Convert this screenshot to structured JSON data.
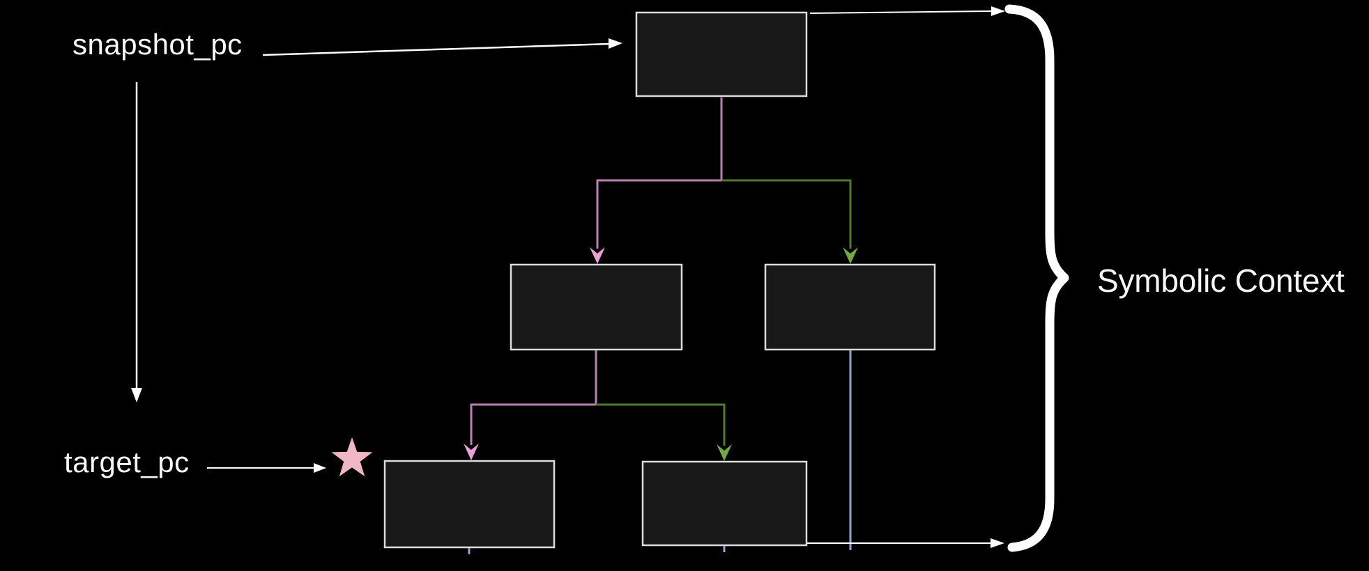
{
  "diagram": {
    "kind": "symbolic-execution-tree",
    "labels": {
      "snapshot_pc": "snapshot_pc",
      "target_pc": "target_pc",
      "symbolic_context": "Symbolic Context"
    },
    "colors": {
      "background": "#000000",
      "node_fill": "#181818",
      "node_border": "#dcdcdc",
      "branch_true": "#bb7fb2",
      "branch_true_head": "#e9a0d8",
      "branch_false": "#4e7a2a",
      "branch_false_head": "#71aa41",
      "pending_edge": "#93a5d2",
      "annotation": "#ffffff",
      "star": "#f1b6c4",
      "text": "#f7f7f7"
    },
    "icons": {
      "target_marker": "star-icon",
      "context_grouping": "curly-brace"
    },
    "nodes": [
      {
        "id": "root",
        "row": 0,
        "label": ""
      },
      {
        "id": "child-left",
        "row": 1,
        "label": ""
      },
      {
        "id": "child-right",
        "row": 1,
        "label": ""
      },
      {
        "id": "grandchild-left",
        "row": 2,
        "label": ""
      },
      {
        "id": "grandchild-right",
        "row": 2,
        "label": ""
      }
    ],
    "edges": [
      {
        "from": "root",
        "to": "child-left",
        "branch": "true"
      },
      {
        "from": "root",
        "to": "child-right",
        "branch": "false"
      },
      {
        "from": "child-left",
        "to": "grandchild-left",
        "branch": "true"
      },
      {
        "from": "child-left",
        "to": "grandchild-right",
        "branch": "false"
      },
      {
        "from": "child-right",
        "to": "offscreen",
        "branch": "pending"
      },
      {
        "from": "grandchild-left",
        "to": "offscreen",
        "branch": "pending"
      },
      {
        "from": "grandchild-right",
        "to": "offscreen",
        "branch": "pending"
      }
    ],
    "annotations": [
      {
        "id": "snapshot-arrow",
        "from": "snapshot_pc label",
        "to": "root node"
      },
      {
        "id": "timeline-arrow",
        "from": "snapshot_pc label",
        "to": "target_pc label"
      },
      {
        "id": "target-arrow",
        "from": "target_pc label",
        "to": "star marker"
      },
      {
        "id": "context-top-arrow",
        "from": "root node",
        "to": "brace top"
      },
      {
        "id": "context-bottom-arrow",
        "from": "grandchild-right node",
        "to": "brace bottom"
      },
      {
        "id": "context-brace",
        "label": "Symbolic Context"
      }
    ]
  }
}
